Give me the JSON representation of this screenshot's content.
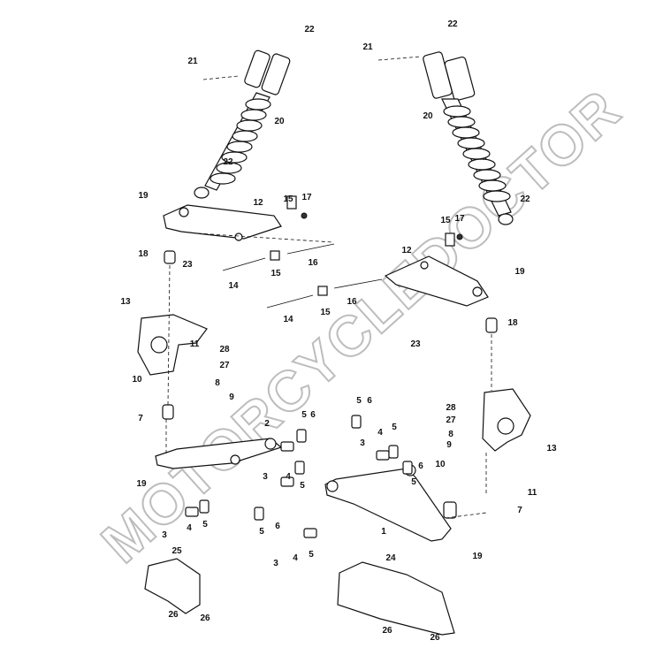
{
  "watermark": "MOTORCYCLEDOCTOR",
  "part_labels": [
    "1",
    "2",
    "3",
    "4",
    "5",
    "6",
    "7",
    "8",
    "9",
    "10",
    "11",
    "12",
    "13",
    "14",
    "15",
    "16",
    "17",
    "18",
    "19",
    "20",
    "21",
    "22",
    "23",
    "24",
    "25",
    "26",
    "27",
    "28"
  ],
  "callouts": [
    {
      "part": "22"
    },
    {
      "part": "21"
    },
    {
      "part": "20"
    },
    {
      "part": "22"
    },
    {
      "part": "19"
    },
    {
      "part": "12"
    },
    {
      "part": "15"
    },
    {
      "part": "17"
    },
    {
      "part": "18"
    },
    {
      "part": "23"
    },
    {
      "part": "14"
    },
    {
      "part": "15"
    },
    {
      "part": "16"
    },
    {
      "part": "13"
    },
    {
      "part": "11"
    },
    {
      "part": "28"
    },
    {
      "part": "27"
    },
    {
      "part": "10"
    },
    {
      "part": "8"
    },
    {
      "part": "9"
    },
    {
      "part": "7"
    },
    {
      "part": "2"
    },
    {
      "part": "5"
    },
    {
      "part": "6"
    },
    {
      "part": "19"
    },
    {
      "part": "3"
    },
    {
      "part": "4"
    },
    {
      "part": "5"
    },
    {
      "part": "3"
    },
    {
      "part": "4"
    },
    {
      "part": "5"
    },
    {
      "part": "5"
    },
    {
      "part": "6"
    },
    {
      "part": "3"
    },
    {
      "part": "4"
    },
    {
      "part": "5"
    },
    {
      "part": "25"
    },
    {
      "part": "26"
    },
    {
      "part": "26"
    },
    {
      "part": "22"
    },
    {
      "part": "21"
    },
    {
      "part": "20"
    },
    {
      "part": "22"
    },
    {
      "part": "15"
    },
    {
      "part": "17"
    },
    {
      "part": "12"
    },
    {
      "part": "19"
    },
    {
      "part": "14"
    },
    {
      "part": "15"
    },
    {
      "part": "16"
    },
    {
      "part": "18"
    },
    {
      "part": "23"
    },
    {
      "part": "5"
    },
    {
      "part": "6"
    },
    {
      "part": "3"
    },
    {
      "part": "4"
    },
    {
      "part": "5"
    },
    {
      "part": "5"
    },
    {
      "part": "6"
    },
    {
      "part": "28"
    },
    {
      "part": "27"
    },
    {
      "part": "8"
    },
    {
      "part": "9"
    },
    {
      "part": "13"
    },
    {
      "part": "10"
    },
    {
      "part": "11"
    },
    {
      "part": "7"
    },
    {
      "part": "1"
    },
    {
      "part": "19"
    },
    {
      "part": "24"
    },
    {
      "part": "26"
    },
    {
      "part": "26"
    }
  ],
  "colors": {
    "ink": "#111111",
    "watermark": "#bdbdbd",
    "background": "#ffffff"
  }
}
